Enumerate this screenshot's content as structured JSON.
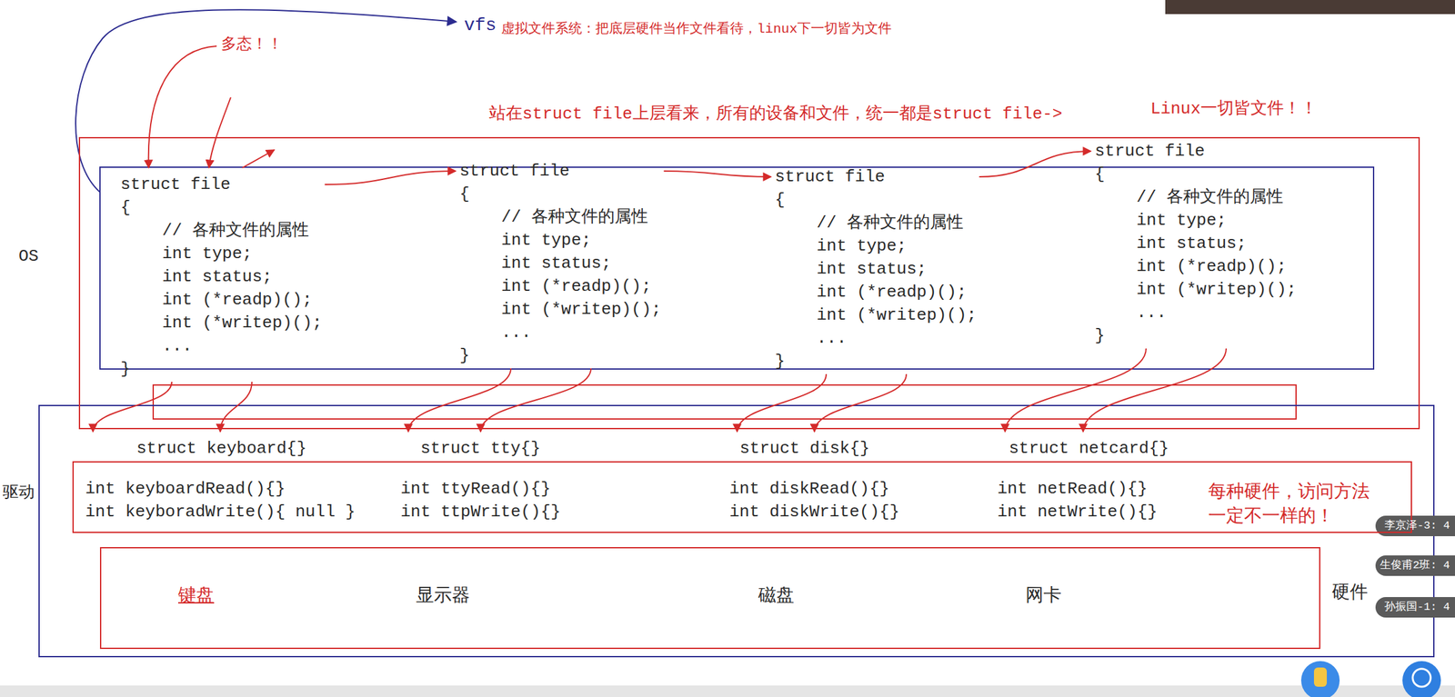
{
  "diagram": {
    "nodes": [
      {
        "text": [
          "OS"
        ]
      },
      {
        "text": [
          "struct file",
          "{",
          "// 各种文件的属性",
          "int type;",
          "int status;",
          "int (*readp)();",
          "int (*writep)();",
          "...",
          "}"
        ],
        "in": 0
      },
      {
        "text": [
          "struct file",
          "{",
          "// 各种文件的属性",
          "int type;",
          "int status;",
          "int (*readp)();",
          "int (*writep)();",
          "...",
          "}"
        ],
        "in": 0
      },
      {
        "text": [
          "struct file",
          "{",
          "// 各种文件的属性",
          "int type;",
          "int status;",
          "int (*readp)();",
          "int (*writep)();",
          "...",
          "}"
        ],
        "in": 0
      },
      {
        "text": [
          "struct file",
          "{",
          "// 各种文件的属性",
          "int type;",
          "int status;",
          "int (*readp)();",
          "int (*writep)();",
          "...",
          "}"
        ],
        "in": 0
      },
      {
        "text": [
          "驱动",
          "每种硬件，访问方法 一定不一样的！"
        ]
      },
      {
        "text": [
          "struct keyboard{}",
          "int keyboardRead(){}",
          "int keyboradWrite(){ null }"
        ],
        "in": 5
      },
      {
        "text": [
          "struct tty{}",
          "int ttyRead(){}",
          "int ttpWrite(){}"
        ],
        "in": 5
      },
      {
        "text": [
          "struct disk{}",
          "int diskRead(){}",
          "int diskWrite(){}"
        ],
        "in": 5
      },
      {
        "text": [
          "struct netcard{}",
          "int netRead(){}",
          "int netWrite(){}"
        ],
        "in": 5
      },
      {
        "text": [
          "键盘",
          "显示器",
          "磁盘",
          "网卡",
          "硬件"
        ]
      }
    ],
    "edges": [
      {
        "from": 1,
        "to": 2,
        "arrow": "to"
      },
      {
        "from": 2,
        "to": 3,
        "arrow": "to"
      },
      {
        "from": 3,
        "to": 4,
        "arrow": "to"
      },
      {
        "from": 1,
        "to": 6,
        "arrow": "to"
      },
      {
        "from": 1,
        "to": 6,
        "arrow": "to"
      },
      {
        "from": 2,
        "to": 7,
        "arrow": "to"
      },
      {
        "from": 2,
        "to": 7,
        "arrow": "to"
      },
      {
        "from": 3,
        "to": 8,
        "arrow": "to"
      },
      {
        "from": 3,
        "to": 8,
        "arrow": "to"
      },
      {
        "from": 4,
        "to": 9,
        "arrow": "to"
      },
      {
        "from": 4,
        "to": 9,
        "arrow": "to"
      }
    ],
    "labels": [
      "vfs",
      "虚拟文件系统：把底层硬件当作文件看待，linux下一切皆为文件",
      "多态！！",
      "站在struct file上层看来，所有的设备和文件，统一都是struct file->",
      "Linux一切皆文件！！",
      "李京泽-3: 4",
      "生俊甫2班: 4",
      "孙振国-1: 4"
    ]
  }
}
